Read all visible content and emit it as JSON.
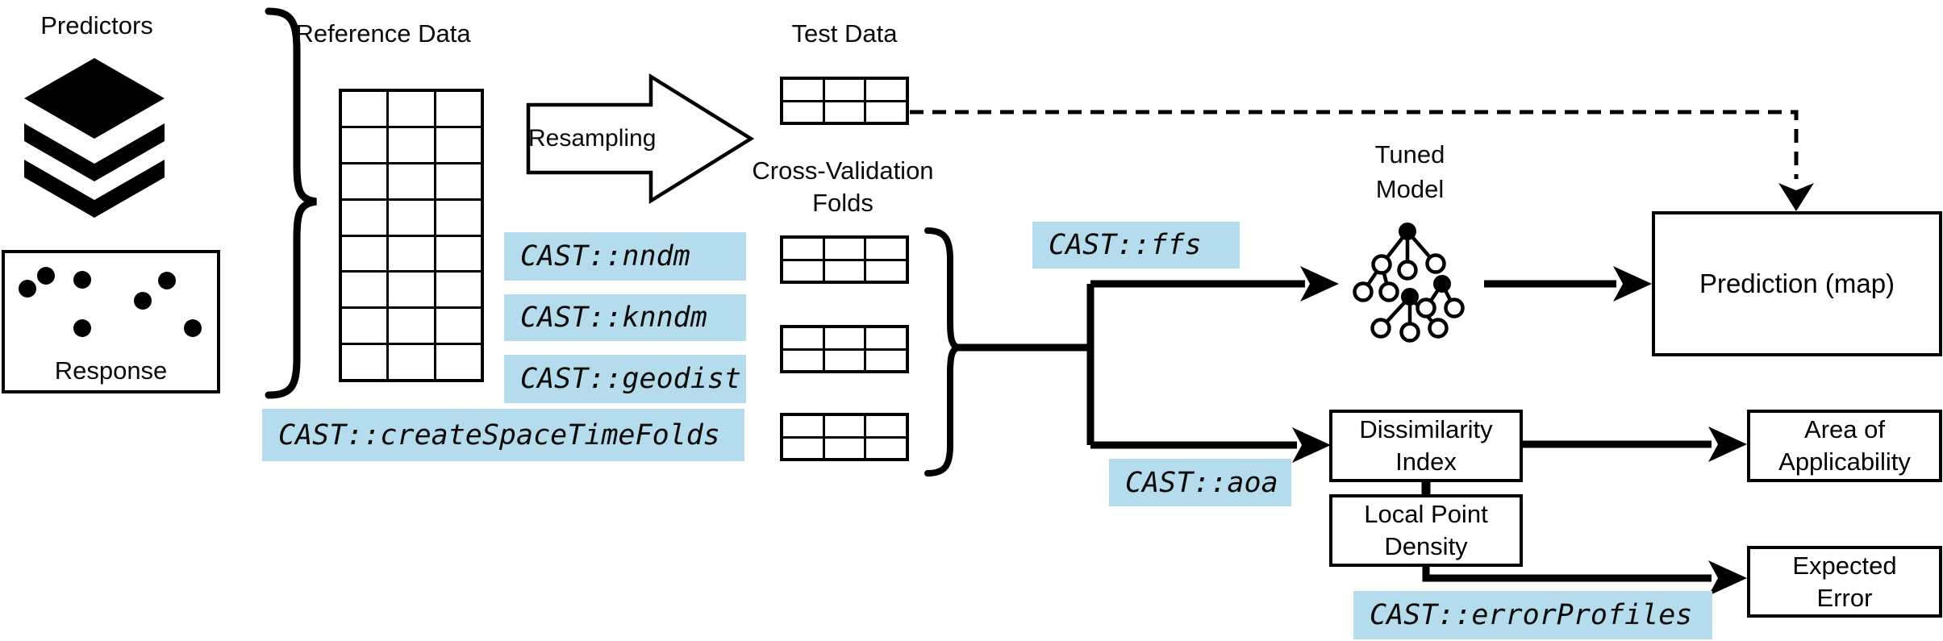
{
  "colors": {
    "highlight": "#b5dcec",
    "ink": "#000000"
  },
  "labels": {
    "predictors": "Predictors",
    "response": "Response",
    "reference_data": "Reference Data",
    "resampling": "Resampling",
    "test_data": "Test Data",
    "cross_validation_line1": "Cross-Validation",
    "cross_validation_line2": "Folds",
    "tuned_model_line1": "Tuned",
    "tuned_model_line2": "Model",
    "prediction": "Prediction (map)",
    "dissimilarity_line1": "Dissimilarity",
    "dissimilarity_line2": "Index",
    "local_point_density_line1": "Local Point",
    "local_point_density_line2": "Density",
    "area_of_applicability_line1": "Area of",
    "area_of_applicability_line2": "Applicability",
    "expected_error_line1": "Expected",
    "expected_error_line2": "Error"
  },
  "functions": {
    "nndm": "CAST::nndm",
    "knndm": "CAST::knndm",
    "geodist": "CAST::geodist",
    "create_space_time_folds": "CAST::createSpaceTimeFolds",
    "ffs": "CAST::ffs",
    "aoa": "CAST::aoa",
    "error_profiles": "CAST::errorProfiles"
  },
  "tables": {
    "reference_dims": "8x3",
    "test_dims": "2x3",
    "fold1_dims": "2x3",
    "fold2_dims": "2x3",
    "fold3_dims": "2x3"
  },
  "icons": {
    "predictors": "layers-icon",
    "response": "scatter-points-icon",
    "tuned_model": "decision-trees-icon",
    "resampling": "block-arrow-right-icon"
  }
}
